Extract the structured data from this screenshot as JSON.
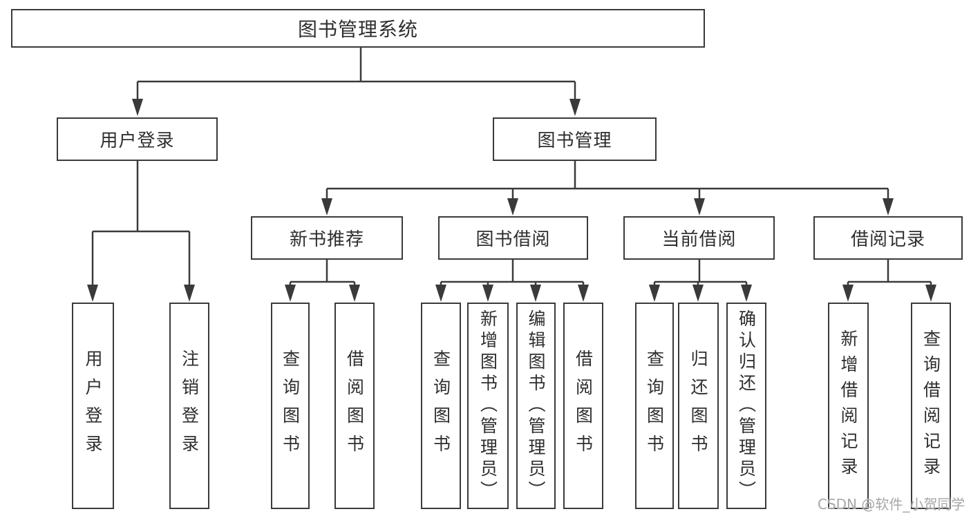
{
  "tree": {
    "root": {
      "label": "图书管理系统"
    },
    "level2": [
      {
        "id": "user-login",
        "label": "用户登录",
        "parent": "图书管理系统"
      },
      {
        "id": "book-management",
        "label": "图书管理",
        "parent": "图书管理系统"
      }
    ],
    "level3": [
      {
        "id": "new-book-recommend",
        "label": "新书推荐",
        "parent": "图书管理"
      },
      {
        "id": "book-borrow",
        "label": "图书借阅",
        "parent": "图书管理"
      },
      {
        "id": "current-borrow",
        "label": "当前借阅",
        "parent": "图书管理"
      },
      {
        "id": "borrow-records",
        "label": "借阅记录",
        "parent": "图书管理"
      }
    ],
    "leaves": [
      {
        "label": "用户登录",
        "parent": "用户登录"
      },
      {
        "label": "注销登录",
        "parent": "用户登录"
      },
      {
        "label": "查询图书",
        "parent": "新书推荐"
      },
      {
        "label": "借阅图书",
        "parent": "新书推荐"
      },
      {
        "label": "查询图书",
        "parent": "图书借阅"
      },
      {
        "label": "新增图书（管理员）",
        "parent": "图书借阅"
      },
      {
        "label": "编辑图书（管理员）",
        "parent": "图书借阅"
      },
      {
        "label": "借阅图书",
        "parent": "图书借阅"
      },
      {
        "label": "查询图书",
        "parent": "当前借阅"
      },
      {
        "label": "归还图书",
        "parent": "当前借阅"
      },
      {
        "label": "确认归还（管理员）",
        "parent": "当前借阅"
      },
      {
        "label": "新增借阅记录",
        "parent": "借阅记录"
      },
      {
        "label": "查询借阅记录",
        "parent": "借阅记录"
      }
    ]
  },
  "watermark": {
    "text": "CSDN @软件_小贺同学"
  },
  "colors": {
    "line": "#3a3a3a",
    "box_border": "#3a3a3a",
    "text": "#2e2e2e",
    "watermark": "#a6a6a6",
    "background": "#ffffff"
  }
}
